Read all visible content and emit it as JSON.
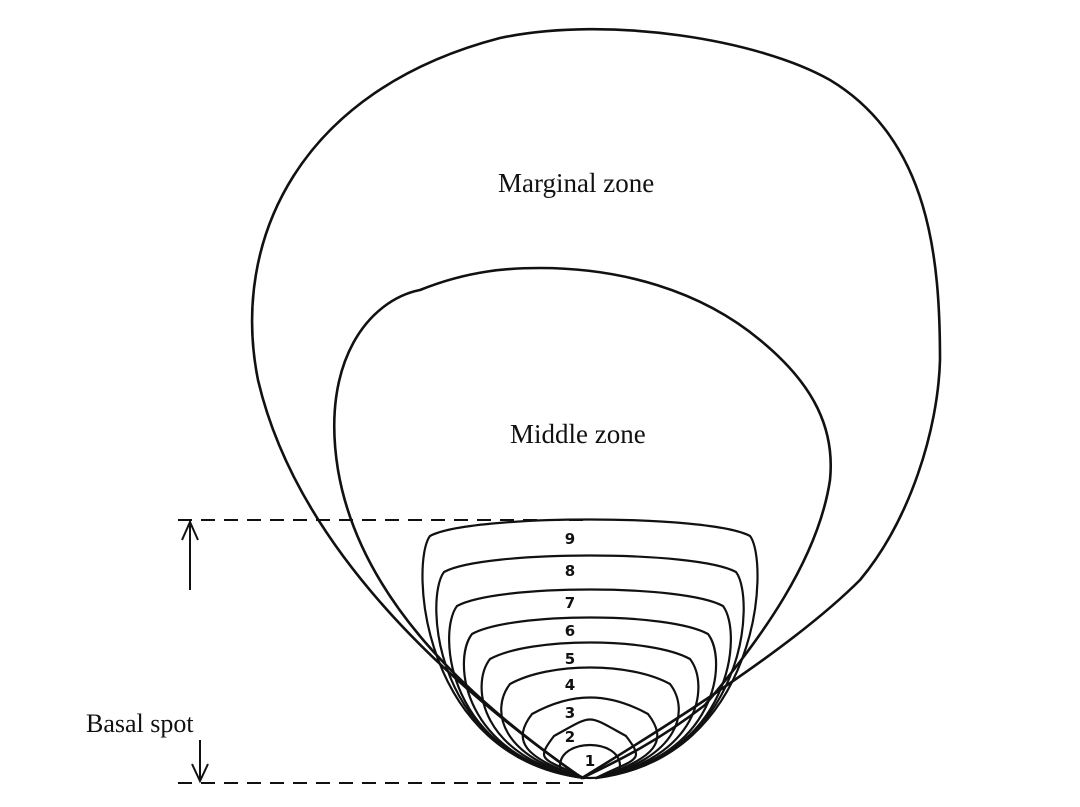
{
  "labels": {
    "marginal_zone": "Marginal zone",
    "middle_zone": "Middle zone",
    "basal_spot": "Basal spot"
  },
  "rings": [
    "1",
    "2",
    "3",
    "4",
    "5",
    "6",
    "7",
    "8",
    "9"
  ]
}
